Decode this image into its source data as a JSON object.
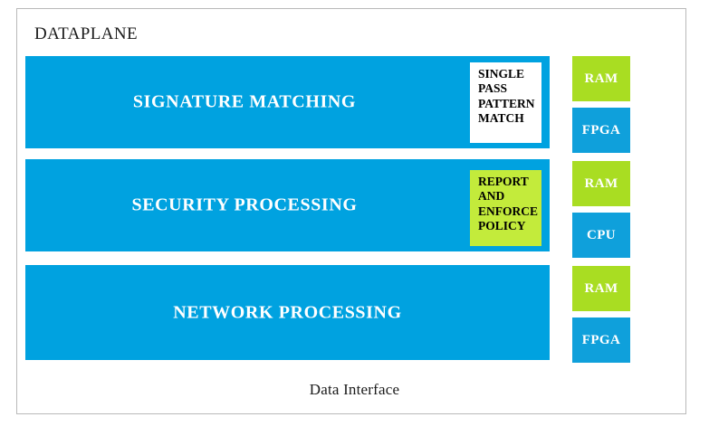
{
  "diagram": {
    "title": "DATAPLANE",
    "footer_label": "Data Interface",
    "colors": {
      "band_blue": "#00A2E0",
      "chip_blue": "#0FA0DB",
      "chip_green": "#A9DD22",
      "note_green": "#C3EB3B",
      "note_white": "#FFFFFF",
      "frame_border": "#B9B9B9",
      "text_dark": "#1A1A1A",
      "text_light": "#FFFFFF"
    },
    "bands": [
      {
        "label": "SIGNATURE MATCHING",
        "note": {
          "style": "white",
          "lines": [
            "SINGLE",
            "PASS",
            "PATTERN",
            "MATCH"
          ]
        }
      },
      {
        "label": "SECURITY PROCESSING",
        "note": {
          "style": "green",
          "lines": [
            "REPORT",
            "AND",
            "ENFORCE",
            "POLICY"
          ]
        }
      },
      {
        "label": "NETWORK PROCESSING",
        "note": null
      }
    ],
    "chips": [
      {
        "label": "RAM",
        "style": "green"
      },
      {
        "label": "FPGA",
        "style": "blue"
      },
      {
        "label": "RAM",
        "style": "green"
      },
      {
        "label": "CPU",
        "style": "blue"
      },
      {
        "label": "RAM",
        "style": "green"
      },
      {
        "label": "FPGA",
        "style": "blue"
      }
    ]
  }
}
